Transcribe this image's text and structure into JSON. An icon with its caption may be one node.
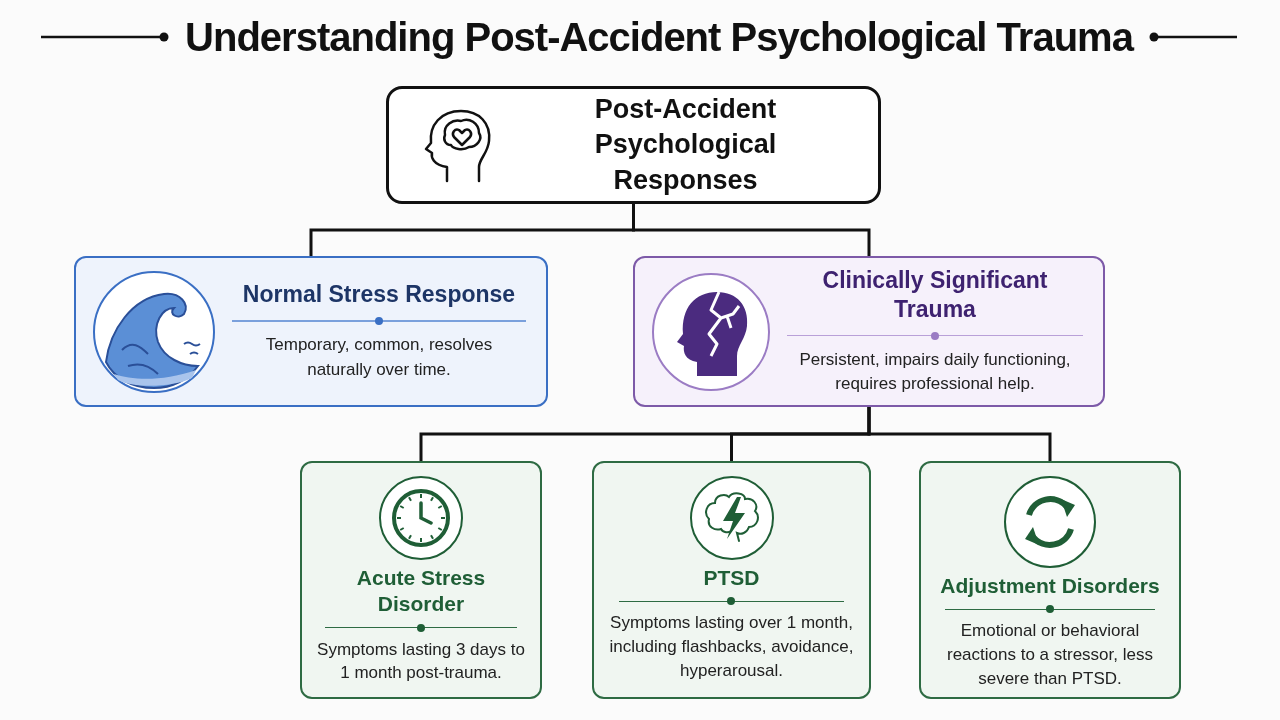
{
  "diagram": {
    "title": "Understanding Post-Accident Psychological Trauma",
    "nodes": [
      {
        "text": [
          "Post-Accident Psychological Responses"
        ]
      },
      {
        "text": [
          "Normal Stress Response",
          "Temporary, common, resolves naturally over time."
        ]
      },
      {
        "text": [
          "Clinically Significant Trauma",
          "Persistent, impairs daily functioning, requires professional help."
        ]
      },
      {
        "text": [
          "Acute Stress Disorder",
          "Symptoms lasting 3 days to 1 month post-trauma."
        ]
      },
      {
        "text": [
          "PTSD",
          "Symptoms lasting over 1 month, including flashbacks, avoidance, hyperarousal."
        ]
      },
      {
        "text": [
          "Adjustment Disorders",
          "Emotional or behavioral reactions to a stressor, less severe than PTSD."
        ]
      }
    ],
    "edges": [
      {
        "from": 0,
        "to": 1,
        "arrow": "none"
      },
      {
        "from": 0,
        "to": 2,
        "arrow": "none"
      },
      {
        "from": 2,
        "to": 3,
        "arrow": "none"
      },
      {
        "from": 2,
        "to": 4,
        "arrow": "none"
      },
      {
        "from": 2,
        "to": 5,
        "arrow": "none"
      }
    ]
  }
}
